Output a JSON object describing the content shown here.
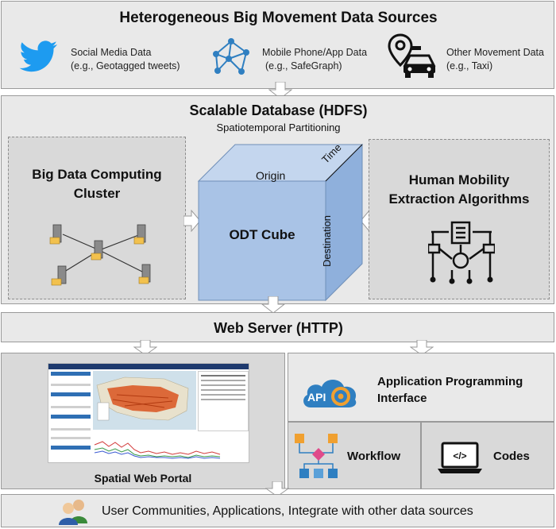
{
  "sources": {
    "title": "Heterogeneous Big Movement Data Sources",
    "items": [
      {
        "line1": "Social Media Data",
        "line2": "(e.g., Geotagged tweets)",
        "icon": "twitter-bird-icon"
      },
      {
        "line1": "Mobile Phone/App Data",
        "line2": "(e.g., SafeGraph)",
        "icon": "network-graph-icon"
      },
      {
        "line1": "Other Movement Data",
        "line2": "(e.g., Taxi)",
        "icon": "taxi-pin-icon"
      }
    ]
  },
  "database": {
    "title": "Scalable Database (HDFS)",
    "subtitle": "Spatiotemporal Partitioning",
    "left_line1": "Big Data Computing",
    "left_line2": "Cluster",
    "right_line1": "Human Mobility",
    "right_line2": "Extraction Algorithms",
    "cube_label": "ODT Cube",
    "cube_top": "Origin",
    "cube_corner": "Time",
    "cube_side": "Destination"
  },
  "webserver": {
    "title": "Web Server (HTTP)"
  },
  "portal": {
    "label": "Spatial Web Portal"
  },
  "api": {
    "line1": "Application Programming",
    "line2": "Interface",
    "badge": "API"
  },
  "workflow": {
    "label": "Workflow"
  },
  "codes": {
    "label": "Codes",
    "glyph": "</>"
  },
  "communities": {
    "label": "User Communities, Applications, Integrate with other data sources"
  },
  "colors": {
    "band": "#e9e9e9",
    "dark_band": "#d9d9d9",
    "cube": "#a9c3e6",
    "twitter": "#1d9bf0",
    "icon_blue": "#2f7fc1",
    "accent_orange": "#f0a030",
    "map_flow": "#d9531e"
  }
}
